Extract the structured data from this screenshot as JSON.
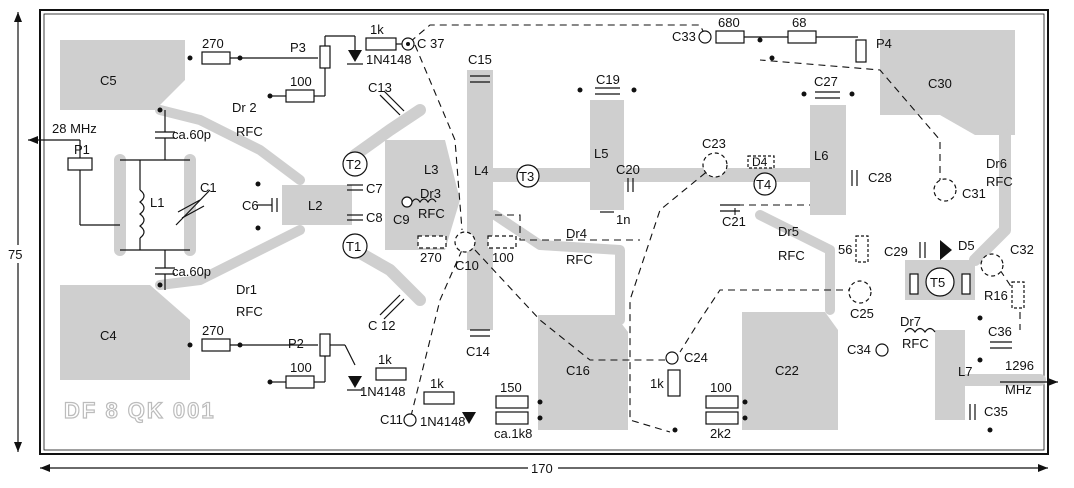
{
  "board": {
    "marking": "DF 8 QK 001",
    "dim_width": "170",
    "dim_height": "75",
    "input_label": "28 MHz",
    "output_label_top": "1296",
    "output_label_bottom": "MHz"
  },
  "pads": {
    "c5": "C5",
    "c4": "C4",
    "c16": "C16",
    "c22": "C22",
    "c30": "C30"
  },
  "resistors": {
    "r270_top": "270",
    "r100_top": "100",
    "r1k_top": "1k",
    "r680": "680",
    "r68": "68",
    "r270_bot": "270",
    "r100_bot": "100",
    "r1k_bot": "1k",
    "r1k_c11": "1k",
    "r150": "150",
    "r1k8": "ca.1k8",
    "r1k_c24": "1k",
    "r100_c24": "100",
    "r2k2": "2k2",
    "r270_mid": "270",
    "r100_mid": "100",
    "r56": "56",
    "r16": "R16"
  },
  "pots": {
    "p1": "P1",
    "p2": "P2",
    "p3": "P3",
    "p4": "P4"
  },
  "capacitors": {
    "c1": "C1",
    "c6": "C6",
    "c7": "C7",
    "c8": "C8",
    "c9": "C9",
    "c10": "C10",
    "c11": "C11",
    "c12": "C 12",
    "c13": "C13",
    "c14": "C14",
    "c15": "C15",
    "c19": "C19",
    "c20": "C20",
    "c21": "C21",
    "c23": "C23",
    "c24": "C24",
    "c25": "C25",
    "c27": "C27",
    "c28": "C28",
    "c29": "C29",
    "c31": "C31",
    "c32": "C32",
    "c33": "C33",
    "c34": "C34",
    "c35": "C35",
    "c36": "C36",
    "c37": "C 37",
    "ca60p_top": "ca.60p",
    "ca60p_bot": "ca.60p",
    "c1n": "1n"
  },
  "inductors": {
    "l1": "L1",
    "l2": "L2",
    "l3": "L3",
    "l4": "L4",
    "l5": "L5",
    "l6": "L6",
    "l7": "L7"
  },
  "chokes": {
    "dr1": "Dr1",
    "dr2": "Dr 2",
    "dr3": "Dr3",
    "dr4": "Dr4",
    "dr5": "Dr5",
    "dr6": "Dr6",
    "dr7": "Dr7",
    "rfc": "RFC"
  },
  "transistors": {
    "t1": "T1",
    "t2": "T2",
    "t3": "T3",
    "t4": "T4",
    "t5": "T5"
  },
  "diodes": {
    "d_top": "1N4148",
    "d_bot": "1N4148",
    "d_c11": "1N4148",
    "d5": "D5",
    "d4_box": "D4"
  }
}
